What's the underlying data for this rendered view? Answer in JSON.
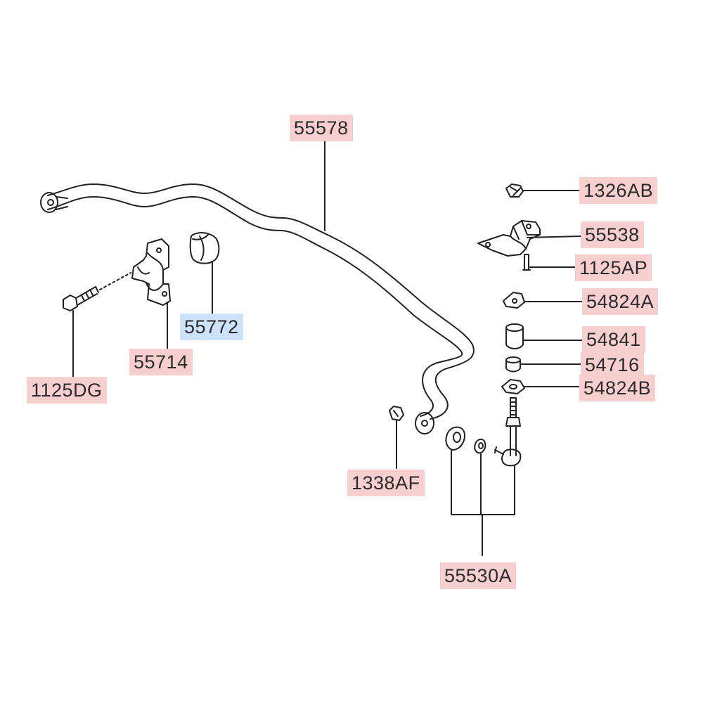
{
  "diagram": {
    "highlight_colors": {
      "part": "#f7cfcf",
      "selected": "#cde3fb"
    },
    "callouts": {
      "stabilizer_bar": "55578",
      "nut_top": "1326AB",
      "bracket": "55538",
      "bracket_bolt": "1125AP",
      "washer_upper": "54824A",
      "bushing_upper": "54841",
      "bushing_lower": "54716",
      "washer_lower": "54824B",
      "bar_bushing": "55772",
      "bushing_clamp": "55714",
      "clamp_bolt": "1125DG",
      "link_nut": "1338AF",
      "link_assembly": "55530A"
    }
  }
}
